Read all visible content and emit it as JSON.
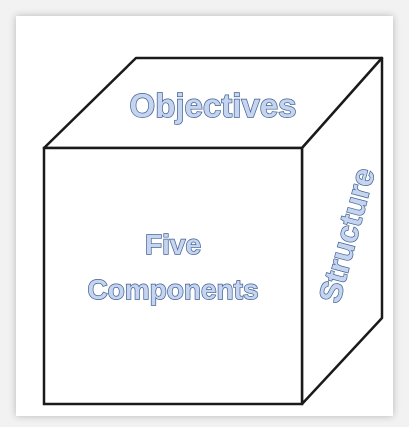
{
  "cube": {
    "top_label": "Objectives",
    "side_label": "Structure",
    "front_label_line1": "Five",
    "front_label_line2": "Components"
  },
  "colors": {
    "background": "#f2f2f2",
    "card": "#ffffff",
    "edge": "#1a1a1a",
    "text_fill": "#c5d4ef",
    "text_outline": "#3f5f93"
  }
}
